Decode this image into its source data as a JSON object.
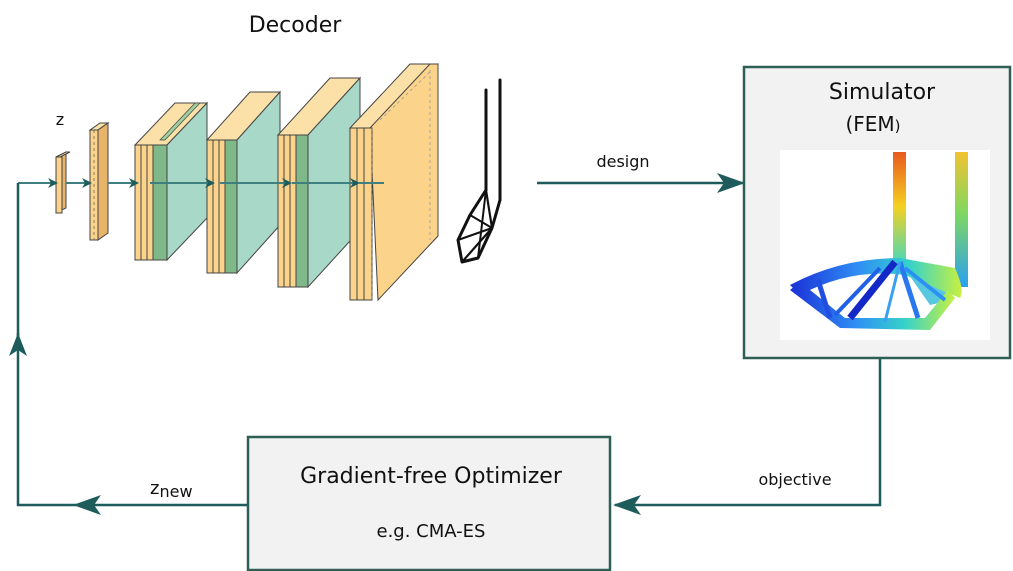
{
  "decoder": {
    "title": "Decoder",
    "input_label": "z"
  },
  "flow": {
    "design_label": "design",
    "objective_label": "objective",
    "znew_base": "z",
    "znew_sub": "new"
  },
  "simulator": {
    "title_line1": "Simulator",
    "title_line2": "(FEM",
    "title_paren": ")"
  },
  "optimizer": {
    "title": "Gradient-free Optimizer",
    "subtitle": "e.g. CMA-ES"
  },
  "colors": {
    "arrow": "#1e5b5b",
    "box_border": "#2d5f55",
    "box_fill": "#f2f2f2",
    "layer_orange": "#fcd38a",
    "layer_green": "#7fb98a",
    "layer_teal": "#a8d8c8"
  }
}
